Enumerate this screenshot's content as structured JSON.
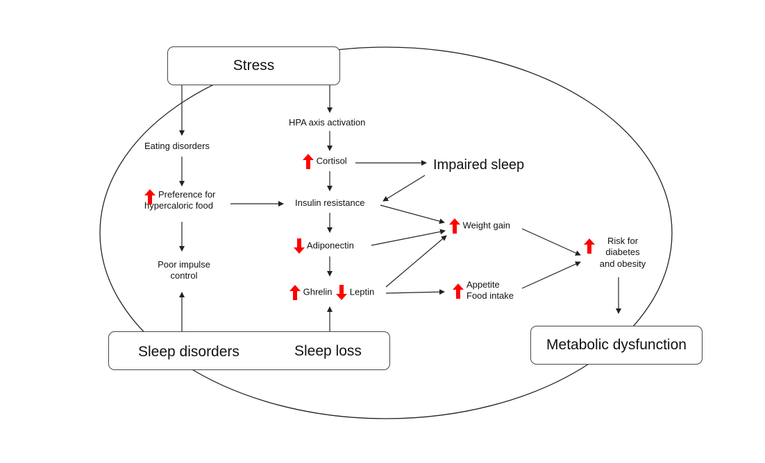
{
  "stress": "Stress",
  "hpa": "HPA axis activation",
  "cortisol": "Cortisol",
  "impaired_sleep": "Impaired sleep",
  "eating_disorders": "Eating disorders",
  "preference_line1": "Preference for",
  "preference_line2": "hypercaloric food",
  "insulin": "Insulin resistance",
  "weight_gain": "Weight gain",
  "adiponectin": "Adiponectin",
  "poor_impulse_line1": "Poor impulse",
  "poor_impulse_line2": "control",
  "risk_line1": "Risk for",
  "risk_line2": "diabetes",
  "risk_line3": "and obesity",
  "ghrelin": "Ghrelin",
  "leptin": "Leptin",
  "appetite_line1": "Appetite",
  "appetite_line2": "Food intake",
  "sleep_disorders": "Sleep disorders",
  "sleep_loss": "Sleep loss",
  "metabolic": "Metabolic dysfunction",
  "colors": {
    "increase": "#ff0000",
    "decrease": "#ff0000",
    "line": "#222222"
  }
}
